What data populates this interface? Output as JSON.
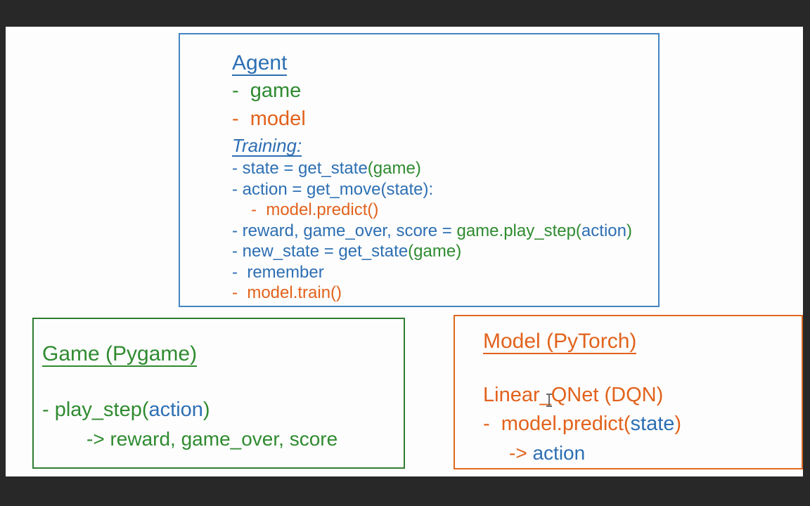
{
  "theme": {
    "background": "#282828",
    "slide_surface": "#fdfdfd",
    "blue_text": "#2d6fb3",
    "green_text": "#2f8b30",
    "orange_text": "#e2621c",
    "agent_border": "#4585c2",
    "game_border": "#2f7d32",
    "model_border": "#df6a1e"
  },
  "agent": {
    "title": "Agent",
    "game_item": "-  game",
    "model_item": "-  model",
    "training_label": "Training:",
    "state_line": {
      "a": "- state = get_state",
      "b": "(game)"
    },
    "action_line": "- action = get_move(state):",
    "predict_line": "-  model.predict()",
    "reward_line": {
      "a": "- reward, game_over, score = ",
      "b": "game.play_step(",
      "c": "action",
      "d": ")"
    },
    "new_state_line": {
      "a": "- new_state = get_state",
      "b": "(game)"
    },
    "remember_line": "-  remember",
    "train_line": "-  model.train()"
  },
  "game_box": {
    "title": "Game (Pygame)",
    "play_step_line": {
      "a": "- play_step(",
      "b": "action",
      "c": ")"
    },
    "returns_line": "-> reward, game_over, score"
  },
  "model_box": {
    "title": "Model (PyTorch)",
    "qnet_line": "Linear_QNet (DQN)",
    "predict_line": {
      "a": "-  model.predict(",
      "b": "state",
      "c": ")"
    },
    "returns_line": {
      "a": "-> ",
      "b": "action"
    }
  }
}
